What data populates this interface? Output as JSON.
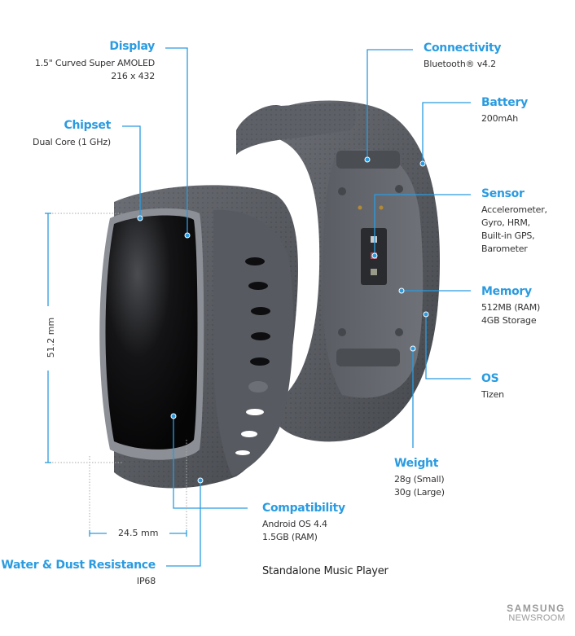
{
  "colors": {
    "accent": "#2a9be0",
    "band": "#55585e",
    "screen": "#0d0d0f",
    "text": "#333333"
  },
  "specs": {
    "display": {
      "title": "Display",
      "lines": [
        "1.5\" Curved Super AMOLED",
        "216 x 432"
      ]
    },
    "chipset": {
      "title": "Chipset",
      "lines": [
        "Dual Core (1 GHz)"
      ]
    },
    "connectivity": {
      "title": "Connectivity",
      "lines": [
        "Bluetooth® v4.2"
      ]
    },
    "battery": {
      "title": "Battery",
      "lines": [
        "200mAh"
      ]
    },
    "sensor": {
      "title": "Sensor",
      "lines": [
        "Accelerometer,",
        "Gyro, HRM,",
        "Built-in GPS,",
        "Barometer"
      ]
    },
    "memory": {
      "title": "Memory",
      "lines": [
        "512MB (RAM)",
        "4GB Storage"
      ]
    },
    "os": {
      "title": "OS",
      "lines": [
        "Tizen"
      ]
    },
    "weight": {
      "title": "Weight",
      "lines": [
        "28g (Small)",
        "30g (Large)"
      ]
    },
    "compatibility": {
      "title": "Compatibility",
      "lines": [
        "Android OS 4.4",
        "1.5GB (RAM)"
      ]
    },
    "water": {
      "title": "Water & Dust Resistance",
      "lines": [
        "IP68"
      ]
    }
  },
  "dimensions": {
    "height": "51.2 mm",
    "width": "24.5 mm"
  },
  "feature": "Standalone Music Player",
  "logo": {
    "line1": "SAMSUNG",
    "line2": "NEWSROOM"
  }
}
